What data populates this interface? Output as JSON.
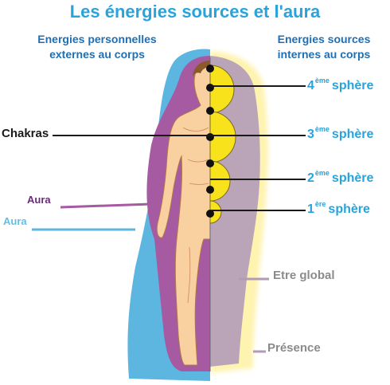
{
  "title": "Les énergies sources et l'aura",
  "left_heading": {
    "line1": "Energies personnelles",
    "line2": "externes au corps"
  },
  "right_heading": {
    "line1": "Energies sources",
    "line2": "internes au corps"
  },
  "labels": {
    "chakras": "Chakras",
    "aura_inner": "Aura",
    "aura_outer": "Aura",
    "etre_global": "Etre global",
    "presence": "Présence"
  },
  "spheres": [
    {
      "number": "4",
      "ordinal": "ème",
      "word": "sphère"
    },
    {
      "number": "3",
      "ordinal": "ème",
      "word": "sphère"
    },
    {
      "number": "2",
      "ordinal": "ème",
      "word": "sphère"
    },
    {
      "number": "1",
      "ordinal": "ère",
      "word": "sphère"
    }
  ],
  "colors": {
    "title": "#29a3dc",
    "headings": "#1e6fb5",
    "aura_outer": "#5cb6e0",
    "aura_inner": "#a55aa2",
    "body_skin": "#f9d0a0",
    "etre_global": "#b39bb8",
    "spheres": "#f7e21c",
    "chakras": "#111111"
  }
}
